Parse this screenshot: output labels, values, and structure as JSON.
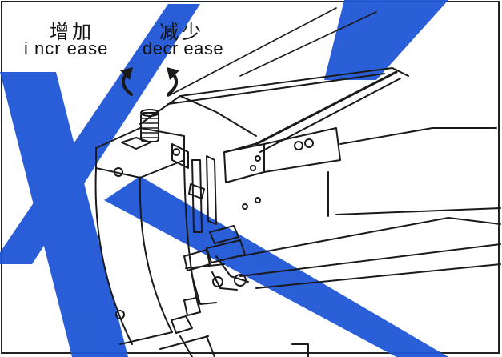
{
  "labels": {
    "increase_cn": "增加",
    "increase_en": "i ncr ease",
    "decrease_cn": "减少",
    "decrease_en": "decr ease"
  },
  "colors": {
    "line": "#1a1a1a",
    "watermark": "#1f56d6",
    "background": "#ffffff"
  },
  "icons": {
    "increase": "counterclockwise-arrow-icon",
    "decrease": "clockwise-arrow-icon"
  }
}
